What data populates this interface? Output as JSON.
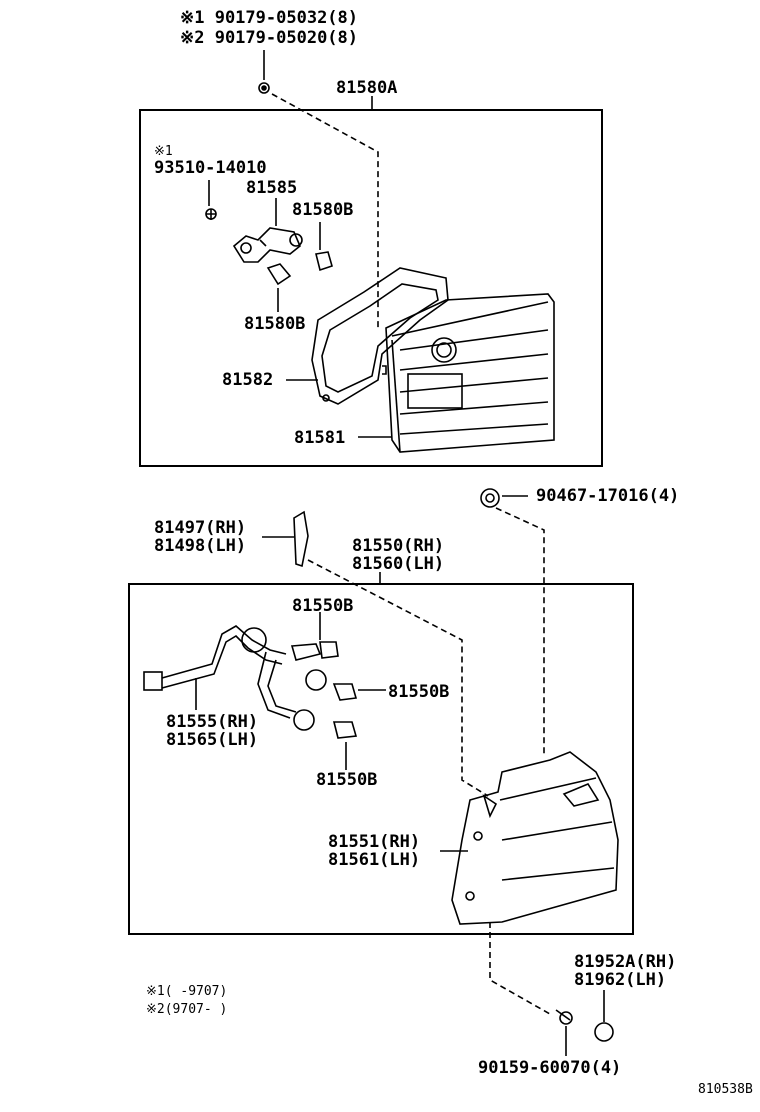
{
  "diagram_code": "810538B",
  "upper_assembly": {
    "part_number": "81580A",
    "screw_line_1": "※1 90179-05032(8)",
    "screw_line_2": "※2 90179-05020(8)",
    "clip_mark": "※1",
    "clip_part": "93510-14010",
    "socket": "81585",
    "bulb_a": "81580B",
    "bulb_b": "81580B",
    "gasket": "81582",
    "lens_body": "81581"
  },
  "lower_assembly": {
    "part_rh": "81550(RH)",
    "part_lh": "81560(LH)",
    "bracket_rh": "81497(RH)",
    "bracket_lh": "81498(LH)",
    "nut": "90467-17016(4)",
    "bulb_top": "81550B",
    "bulb_mid": "81550B",
    "bulb_bot": "81550B",
    "wire_rh": "81555(RH)",
    "wire_lh": "81565(LH)",
    "lens_rh": "81551(RH)",
    "lens_lh": "81561(LH)",
    "reflector_rh": "81952A(RH)",
    "reflector_lh": "81962(LH)",
    "screw": "90159-60070(4)"
  },
  "legend": {
    "note_1": "※1(    -9707)",
    "note_2": "※2(9707-    )"
  }
}
